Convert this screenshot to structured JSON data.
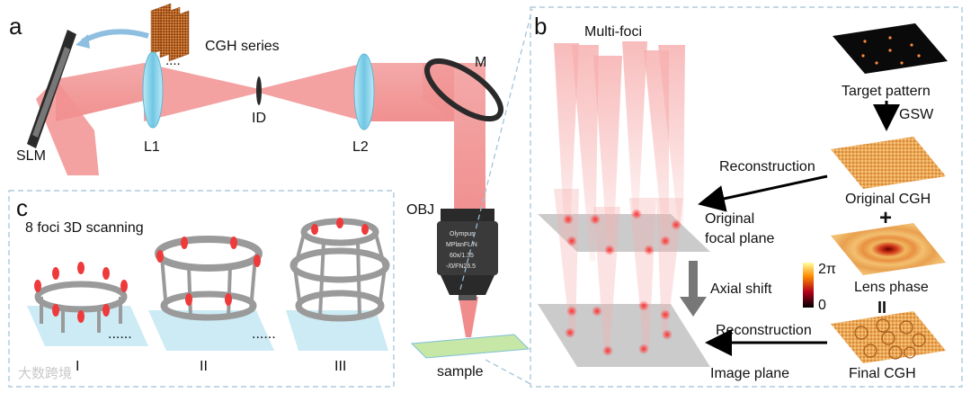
{
  "panels": {
    "a": "a",
    "b": "b",
    "c": "c"
  },
  "panel_a": {
    "cgh_series": "CGH series",
    "slm": "SLM",
    "l1": "L1",
    "id": "ID",
    "l2": "L2",
    "m": "M",
    "obj": "OBJ",
    "sample": "sample",
    "objective_text": [
      "Olympus",
      "MPlanFL N",
      "60x/1.35",
      "-/0/FN26.5"
    ]
  },
  "panel_b": {
    "multi_foci": "Multi-foci",
    "original_focal_plane": [
      "Original",
      "focal plane"
    ],
    "axial_shift": "Axial shift",
    "image_plane": "Image plane",
    "target_pattern": "Target pattern",
    "gsw": "GSW",
    "reconstruction_1": "Reconstruction",
    "original_cgh": "Original CGH",
    "plus": "+",
    "lens_phase": "Lens phase",
    "equals": "II",
    "reconstruction_2": "Reconstruction",
    "final_cgh": "Final CGH",
    "colorbar_max": "2π",
    "colorbar_min": "0"
  },
  "panel_c": {
    "title": "8 foci 3D scanning",
    "dots": [
      "......",
      "......"
    ],
    "stages": [
      "I",
      "II",
      "III"
    ]
  },
  "watermark": "大数跨境",
  "colors": {
    "beam": "#f08080",
    "lens": "#7ecfe8",
    "dashed_border": "#9fc0d6",
    "plane": "#b8b8b8",
    "cgh": "#e8a550"
  }
}
